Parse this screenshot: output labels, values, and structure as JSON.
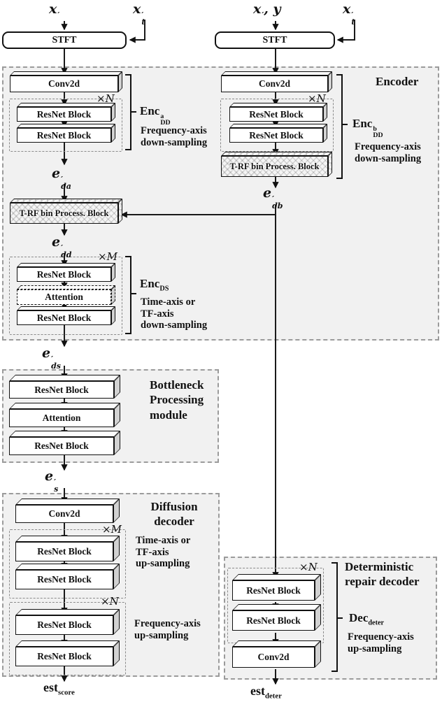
{
  "figure": {
    "type": "neural-architecture-diagram",
    "colors": {
      "container_fill": "#f1f1f1",
      "container_border": "#9b9b9b",
      "box_fill": "#ffffff",
      "box_border": "#111111",
      "box_side_fill": "#d2d2d2",
      "line": "#1a1a1a"
    },
    "inputs": {
      "x_prime": {
        "base": "x",
        "sup": "′",
        "sub": "",
        "tail": ""
      },
      "x_prime_t_left": {
        "base": "x",
        "sup": "′",
        "sub": "t",
        "tail": ""
      },
      "x_prime_y": {
        "base": "x",
        "sup": "′",
        "sub": "",
        "tail": ", y"
      },
      "x_prime_t_right": {
        "base": "x",
        "sup": "′",
        "sub": "t",
        "tail": ""
      }
    },
    "blocks": {
      "stft": "STFT",
      "conv2d": "Conv2d",
      "resnet": "ResNet Block",
      "attention": "Attention",
      "trf": "T-RF bin Process. Block"
    },
    "repeats": {
      "n": "×N",
      "m": "×M"
    },
    "encoder": {
      "title": "Encoder",
      "enc_dd_a": {
        "base": "Enc",
        "sup": "a",
        "sub": "DD"
      },
      "enc_dd_b": {
        "base": "Enc",
        "sup": "b",
        "sub": "DD"
      },
      "enc_ds": {
        "base": "Enc",
        "sub": "DS"
      },
      "caption_freq_down": "Frequency-axis\ndown-sampling",
      "caption_time_down": "Time-axis or\nTF-axis\ndown-sampling"
    },
    "bottleneck": {
      "title": "Bottleneck\nProcessing\nmodule"
    },
    "diffusion": {
      "title": "Diffusion\ndecoder",
      "caption_time_up": "Time-axis or\nTF-axis\nup-sampling",
      "caption_freq_up": "Frequency-axis\nup-sampling"
    },
    "deter": {
      "title": "Deterministic\nrepair decoder",
      "dec_deter": {
        "base": "Dec",
        "sub": "deter"
      },
      "caption_freq_up": "Frequency-axis\nup-sampling"
    },
    "signals": {
      "e_da": {
        "base": "e",
        "sup": "′",
        "sub": "da"
      },
      "e_db": {
        "base": "e",
        "sup": "′",
        "sub": "db"
      },
      "e_dd": {
        "base": "e",
        "sup": "′",
        "sub": "dd"
      },
      "e_ds": {
        "base": "e",
        "sup": "′",
        "sub": "ds"
      },
      "e_s": {
        "base": "e",
        "sup": "′",
        "sub": "s"
      },
      "est_score": {
        "base": "est",
        "sub": "score"
      },
      "est_deter": {
        "base": "est",
        "sub": "deter"
      }
    }
  }
}
